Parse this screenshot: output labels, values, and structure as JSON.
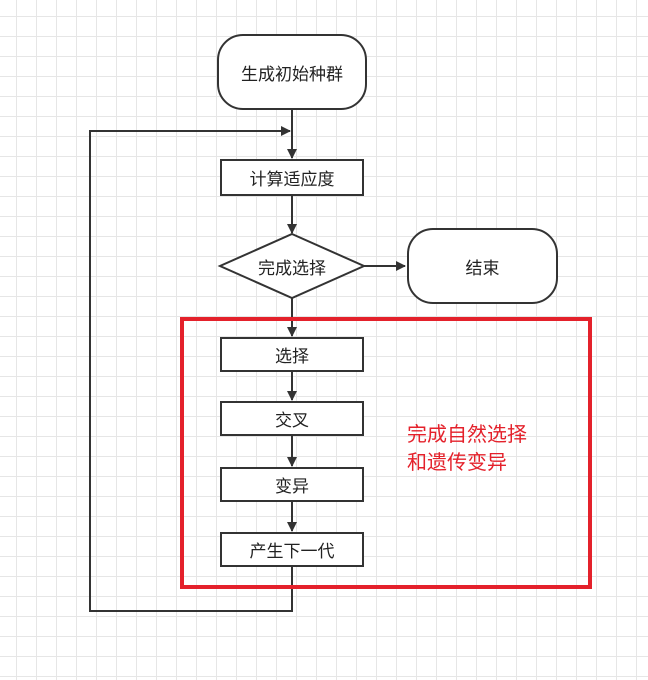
{
  "flowchart": {
    "start": "生成初始种群",
    "fitness": "计算适应度",
    "decision": "完成选择",
    "end": "结束",
    "selection": "选择",
    "crossover": "交叉",
    "mutation": "变异",
    "next_gen": "产生下一代"
  },
  "annotation": {
    "line1": "完成自然选择",
    "line2": "和遗传变异"
  },
  "colors": {
    "stroke": "#333333",
    "highlight": "#e4212b"
  }
}
